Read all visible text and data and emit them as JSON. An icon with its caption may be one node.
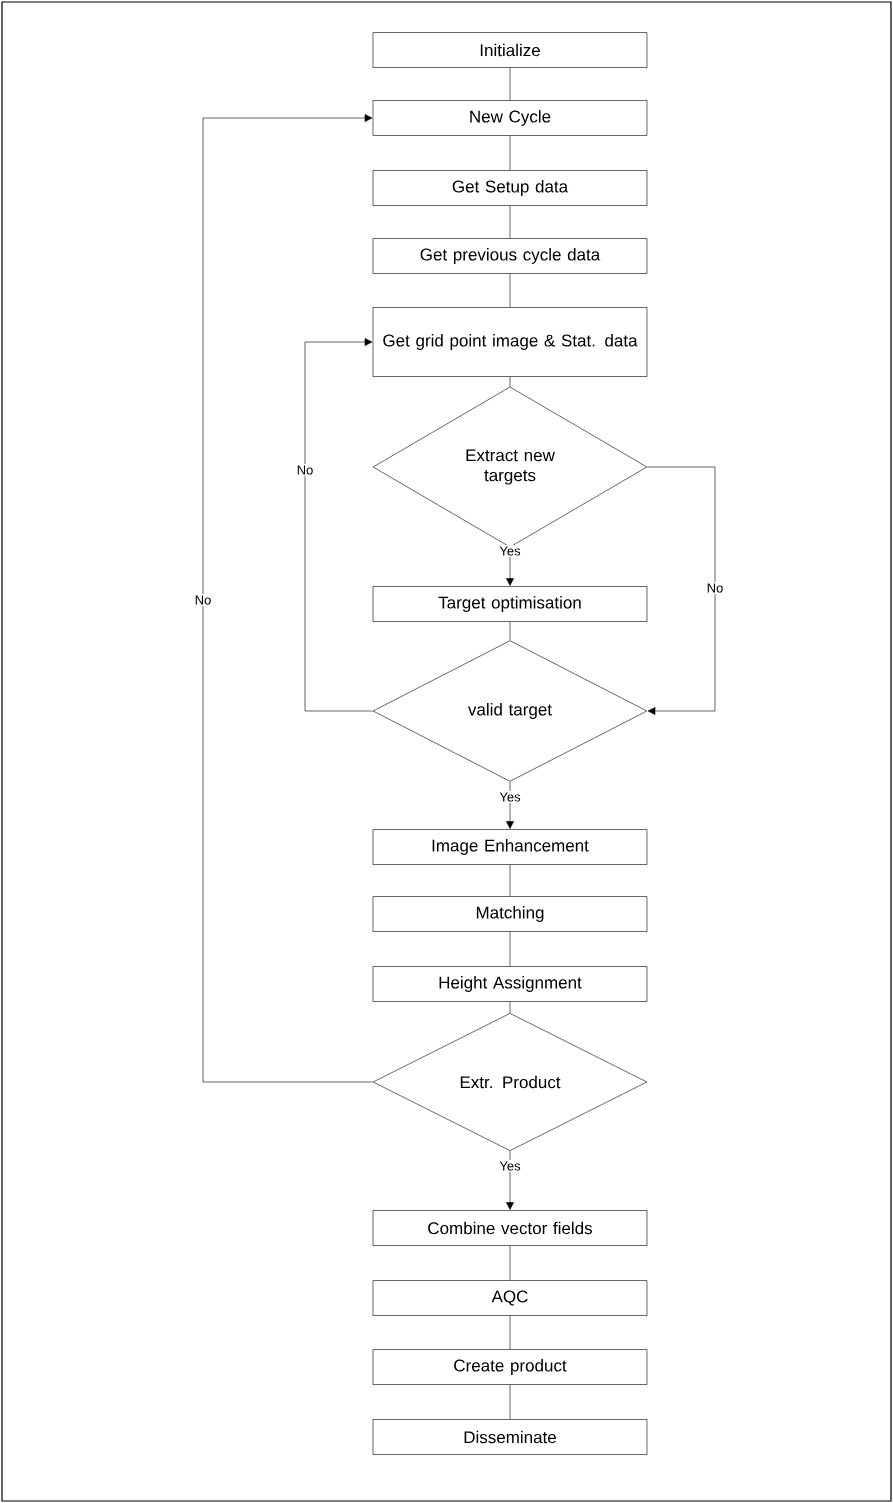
{
  "diagram": {
    "nodes": [
      {
        "text": [
          "Initialize"
        ]
      },
      {
        "text": [
          "New Cycle"
        ]
      },
      {
        "text": [
          "Get Setup data"
        ]
      },
      {
        "text": [
          "Get previous cycle data"
        ]
      },
      {
        "text": [
          "Get grid point image & Stat. data"
        ]
      },
      {
        "text": [
          "Extract new targets"
        ]
      },
      {
        "text": [
          "Target optimisation"
        ]
      },
      {
        "text": [
          "valid target"
        ]
      },
      {
        "text": [
          "Image Enhancement"
        ]
      },
      {
        "text": [
          "Matching"
        ]
      },
      {
        "text": [
          "Height Assignment"
        ]
      },
      {
        "text": [
          "Extr. Product"
        ]
      },
      {
        "text": [
          "Combine vector fields"
        ]
      },
      {
        "text": [
          "AQC"
        ]
      },
      {
        "text": [
          "Create product"
        ]
      },
      {
        "text": [
          "Disseminate"
        ]
      }
    ],
    "edges": [
      {
        "from": 0,
        "to": 1,
        "arrow": "none"
      },
      {
        "from": 1,
        "to": 2,
        "arrow": "none"
      },
      {
        "from": 2,
        "to": 3,
        "arrow": "none"
      },
      {
        "from": 3,
        "to": 4,
        "arrow": "none"
      },
      {
        "from": 4,
        "to": 5,
        "arrow": "none"
      },
      {
        "from": 5,
        "to": 6,
        "arrow": "to",
        "label": "Yes"
      },
      {
        "from": 5,
        "to": 7,
        "arrow": "to",
        "label": "No"
      },
      {
        "from": 6,
        "to": 7,
        "arrow": "none"
      },
      {
        "from": 7,
        "to": 4,
        "arrow": "to",
        "label": "No"
      },
      {
        "from": 7,
        "to": 8,
        "arrow": "to",
        "label": "Yes"
      },
      {
        "from": 8,
        "to": 9,
        "arrow": "none"
      },
      {
        "from": 9,
        "to": 10,
        "arrow": "none"
      },
      {
        "from": 10,
        "to": 11,
        "arrow": "none"
      },
      {
        "from": 11,
        "to": 1,
        "arrow": "to",
        "label": "No"
      },
      {
        "from": 11,
        "to": 12,
        "arrow": "to",
        "label": "Yes"
      },
      {
        "from": 12,
        "to": 13,
        "arrow": "none"
      },
      {
        "from": 13,
        "to": 14,
        "arrow": "none"
      },
      {
        "from": 14,
        "to": 15,
        "arrow": "none"
      }
    ]
  }
}
